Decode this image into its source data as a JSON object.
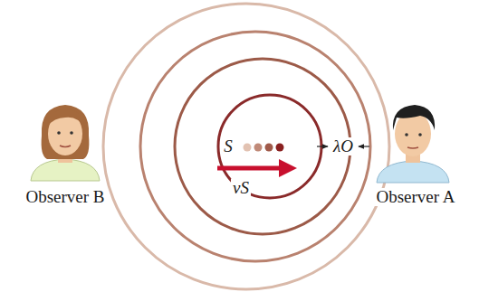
{
  "diagram": {
    "labels": [
      "S",
      "vS",
      "λO",
      "Observer B",
      "Observer A"
    ]
  }
}
